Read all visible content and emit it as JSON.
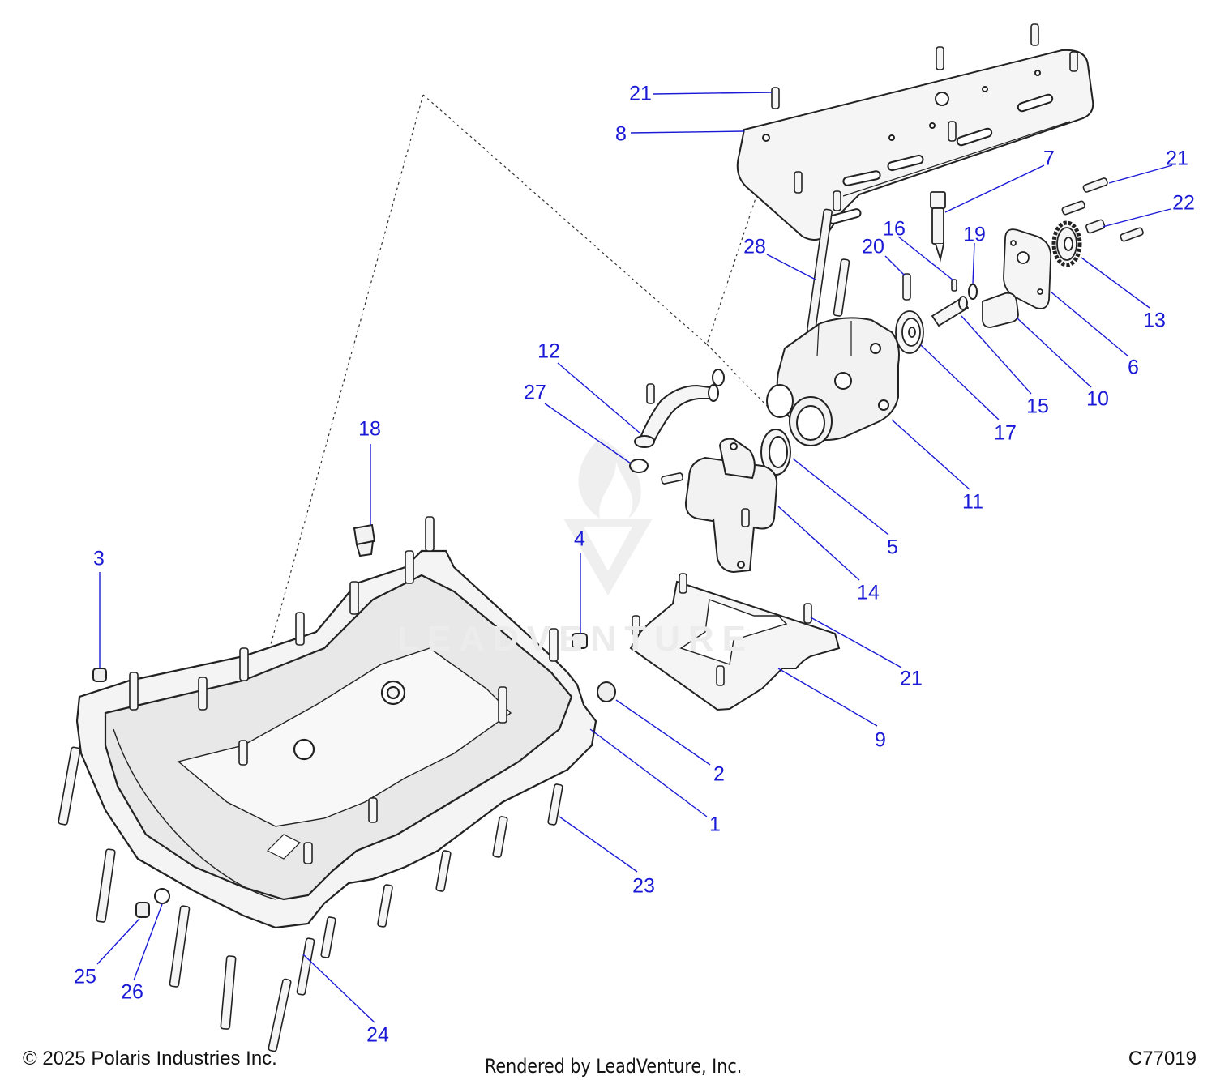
{
  "footer": {
    "copyright": "© 2025 Polaris Industries Inc.",
    "rendered_by": "Rendered by LeadVenture, Inc.",
    "diagram_code": "C77019"
  },
  "watermark": {
    "text": "LEADVENTURE"
  },
  "colors": {
    "callout": "#1a1ad6",
    "line": "#1a1ad6",
    "part_outline": "#222222",
    "part_fill": "#f4f4f4"
  },
  "callouts": [
    {
      "id": "c-21-top",
      "label": "21"
    },
    {
      "id": "c-8",
      "label": "8"
    },
    {
      "id": "c-7",
      "label": "7"
    },
    {
      "id": "c-21-right",
      "label": "21"
    },
    {
      "id": "c-22",
      "label": "22"
    },
    {
      "id": "c-16",
      "label": "16"
    },
    {
      "id": "c-19",
      "label": "19"
    },
    {
      "id": "c-20",
      "label": "20"
    },
    {
      "id": "c-28",
      "label": "28"
    },
    {
      "id": "c-13",
      "label": "13"
    },
    {
      "id": "c-6",
      "label": "6"
    },
    {
      "id": "c-10",
      "label": "10"
    },
    {
      "id": "c-15",
      "label": "15"
    },
    {
      "id": "c-17",
      "label": "17"
    },
    {
      "id": "c-12",
      "label": "12"
    },
    {
      "id": "c-27",
      "label": "27"
    },
    {
      "id": "c-11",
      "label": "11"
    },
    {
      "id": "c-5",
      "label": "5"
    },
    {
      "id": "c-14",
      "label": "14"
    },
    {
      "id": "c-18",
      "label": "18"
    },
    {
      "id": "c-4",
      "label": "4"
    },
    {
      "id": "c-3",
      "label": "3"
    },
    {
      "id": "c-21-mid",
      "label": "21"
    },
    {
      "id": "c-9",
      "label": "9"
    },
    {
      "id": "c-2",
      "label": "2"
    },
    {
      "id": "c-1",
      "label": "1"
    },
    {
      "id": "c-23",
      "label": "23"
    },
    {
      "id": "c-24",
      "label": "24"
    },
    {
      "id": "c-25",
      "label": "25"
    },
    {
      "id": "c-26",
      "label": "26"
    }
  ]
}
